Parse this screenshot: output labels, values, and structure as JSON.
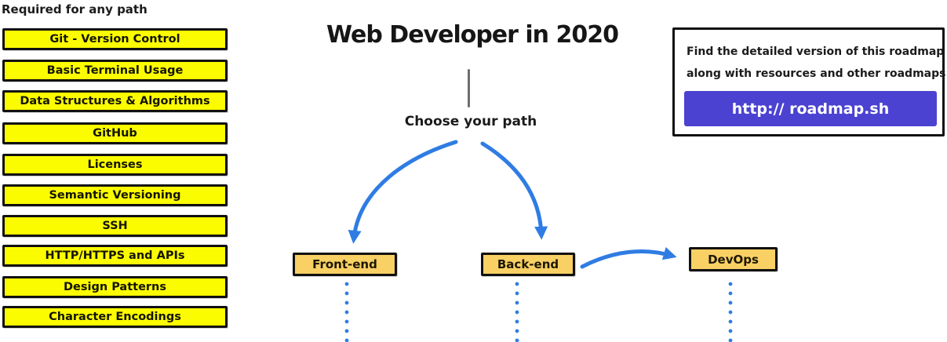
{
  "colors": {
    "yellow": "#FCFC00",
    "amber": "#F8D064",
    "blue": "#2F7CE3",
    "purple": "#4B42D2",
    "ink": "#111111",
    "gray-line": "#6E6E6E"
  },
  "left_panel": {
    "header": "Required for any path",
    "items": [
      "Git - Version Control",
      "Basic Terminal Usage",
      "Data Structures & Algorithms",
      "GitHub",
      "Licenses",
      "Semantic Versioning",
      "SSH",
      "HTTP/HTTPS and APIs",
      "Design Patterns",
      "Character Encodings"
    ]
  },
  "center": {
    "title": "Web Developer in 2020",
    "subtitle": "Choose your path",
    "paths": [
      {
        "label": "Front-end"
      },
      {
        "label": "Back-end"
      },
      {
        "label": "DevOps"
      }
    ]
  },
  "info_box": {
    "line1": "Find the detailed version of this roadmap",
    "line2": "along with resources and other roadmaps",
    "button_label": "http:// roadmap.sh"
  }
}
